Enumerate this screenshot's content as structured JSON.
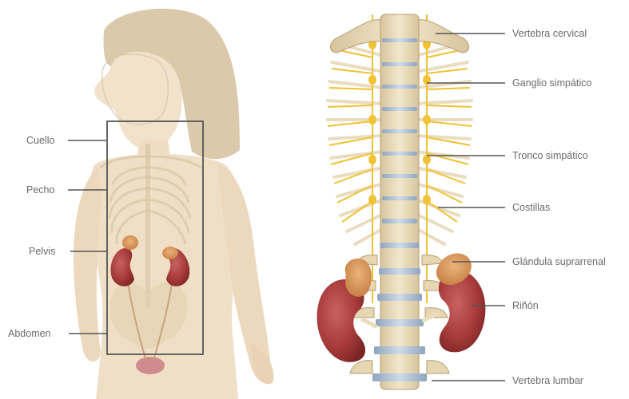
{
  "left_labels": {
    "neck": "Cuello",
    "chest": "Pecho",
    "pelvis": "Pelvis",
    "abdomen": "Abdomen"
  },
  "right_labels": {
    "cervical_vertebra": "Vertebra cervical",
    "sympathetic_ganglion": "Ganglio simpático",
    "sympathetic_trunk": "Tronco simpático",
    "ribs": "Costillas",
    "adrenal_gland": "Glándula suprarrenal",
    "kidney": "Riñón",
    "lumbar_vertebra": "Vertebra lumbar"
  },
  "colors": {
    "label_text": "#6a6a6a",
    "leader_line": "#555555",
    "skin": "#f0dfc7",
    "hair": "#d9c6a6",
    "bone": "#eadcbc",
    "disc": "#aebed2",
    "nerve": "#f1c232",
    "kidney": "#a73a3a",
    "adrenal": "#d9985a"
  }
}
